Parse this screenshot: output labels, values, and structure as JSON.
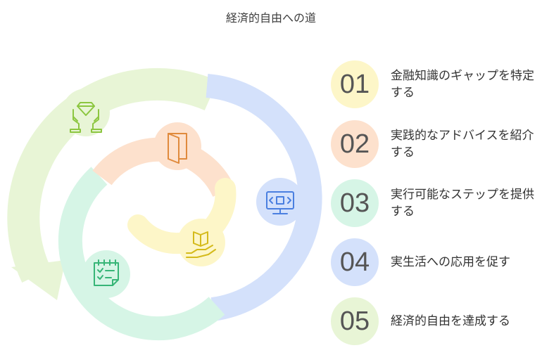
{
  "title": "経済的自由への道",
  "steps": [
    {
      "number": "01",
      "text": "金融知識のギャップを特定する",
      "color": "#fdf6c8"
    },
    {
      "number": "02",
      "text": "実践的なアドバイスを紹介する",
      "color": "#fde1cd"
    },
    {
      "number": "03",
      "text": "実行可能なステップを提供する",
      "color": "#d6f5e6"
    },
    {
      "number": "04",
      "text": "実生活への応用を促す",
      "color": "#d4e1fb"
    },
    {
      "number": "05",
      "text": "経済的自由を達成する",
      "color": "#e8f5d6"
    }
  ],
  "icons": [
    "book-hand-icon",
    "door-icon",
    "checklist-icon",
    "monitor-code-icon",
    "diamond-hands-icon"
  ]
}
